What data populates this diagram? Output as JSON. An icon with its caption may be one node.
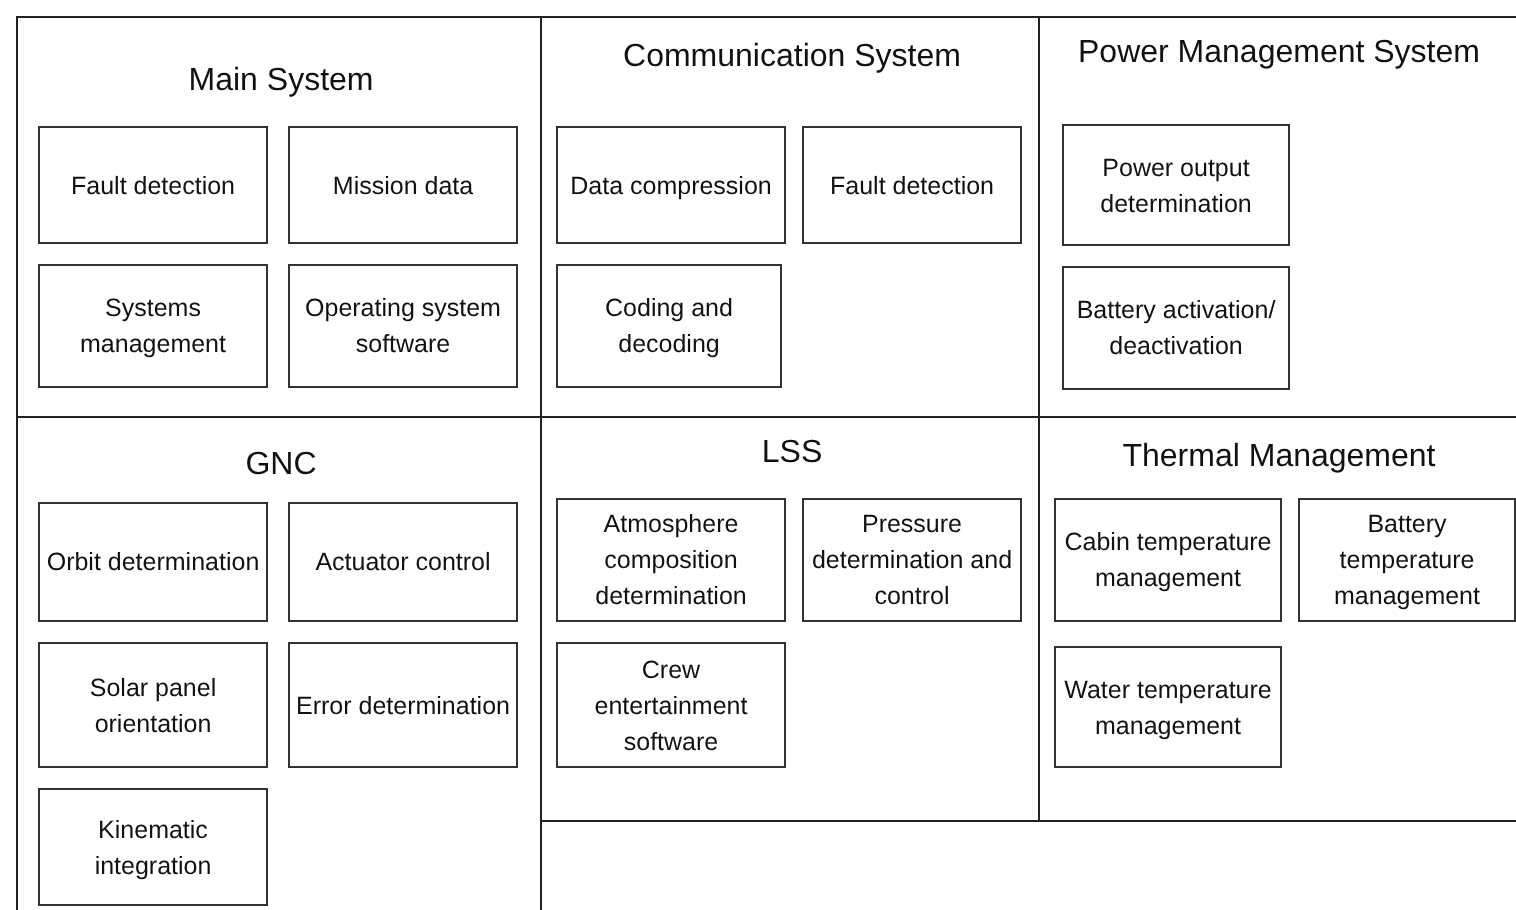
{
  "diagram": {
    "nodes": [
      {
        "text": [
          "Main System"
        ]
      },
      {
        "text": [
          "Fault detection"
        ],
        "in": 0
      },
      {
        "text": [
          "Mission data"
        ],
        "in": 0
      },
      {
        "text": [
          "Systems management"
        ],
        "in": 0
      },
      {
        "text": [
          "Operating system software"
        ],
        "in": 0
      },
      {
        "text": [
          "Communication System"
        ]
      },
      {
        "text": [
          "Data compression"
        ],
        "in": 5
      },
      {
        "text": [
          "Fault detection"
        ],
        "in": 5
      },
      {
        "text": [
          "Coding and decoding"
        ],
        "in": 5
      },
      {
        "text": [
          "Power Management System"
        ]
      },
      {
        "text": [
          "Power output determination"
        ],
        "in": 9
      },
      {
        "text": [
          "Battery activation/ deactivation"
        ],
        "in": 9
      },
      {
        "text": [
          "GNC"
        ]
      },
      {
        "text": [
          "Orbit determination"
        ],
        "in": 12
      },
      {
        "text": [
          "Actuator control"
        ],
        "in": 12
      },
      {
        "text": [
          "Solar panel orientation"
        ],
        "in": 12
      },
      {
        "text": [
          "Error determination"
        ],
        "in": 12
      },
      {
        "text": [
          "Kinematic integration"
        ],
        "in": 12
      },
      {
        "text": [
          "LSS"
        ]
      },
      {
        "text": [
          "Atmosphere composition determination"
        ],
        "in": 18
      },
      {
        "text": [
          "Pressure determination and control"
        ],
        "in": 18
      },
      {
        "text": [
          "Crew entertainment software"
        ],
        "in": 18
      },
      {
        "text": [
          "Thermal Management"
        ]
      },
      {
        "text": [
          "Cabin temperature management"
        ],
        "in": 22
      },
      {
        "text": [
          "Battery temperature management"
        ],
        "in": 22
      },
      {
        "text": [
          "Water temperature management"
        ],
        "in": 22
      }
    ]
  }
}
